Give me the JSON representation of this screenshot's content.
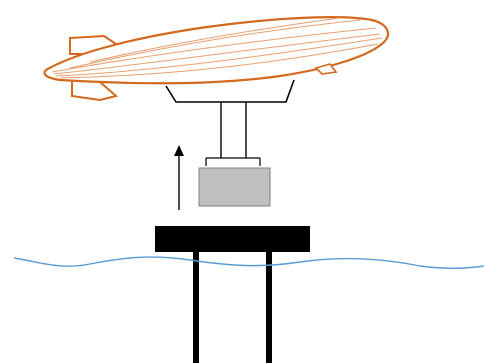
{
  "diagram": {
    "colors": {
      "airship": "#d2691e",
      "airship_fill": "#ffffff",
      "gondola": "#000000",
      "tethers": "#000000",
      "payload": "#c0c0c0",
      "payload_stroke": "#808080",
      "arrow": "#000000",
      "platform": "#000000",
      "water": "#5b9bd5"
    },
    "elements": {
      "airship": "airship",
      "gondola": "airship-gondola",
      "payload": "payload-module",
      "arrow": "lift-direction-arrow",
      "platform": "offshore-platform-deck",
      "water": "sea-surface-line",
      "legs": "platform-legs"
    }
  }
}
